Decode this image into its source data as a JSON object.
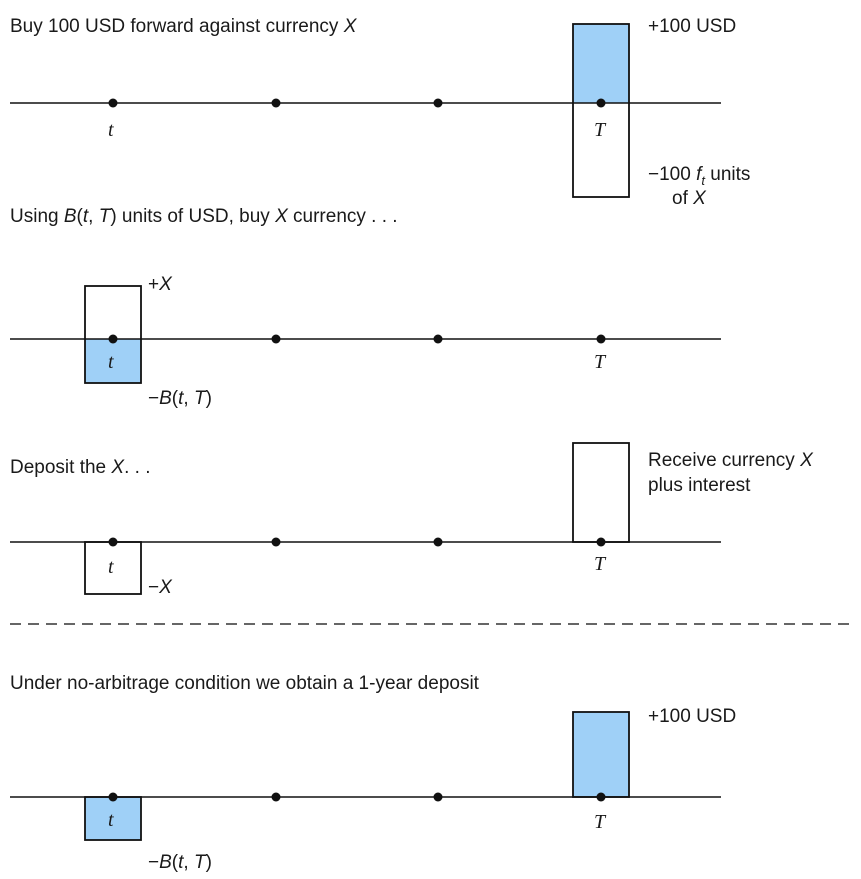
{
  "colors": {
    "fill": "#9fd0f7",
    "line": "#111111",
    "background": "#ffffff"
  },
  "panel1": {
    "caption_pre": "Buy 100 USD forward against currency ",
    "caption_var": "X",
    "tick_t": "t",
    "tick_T": "T",
    "label_top": "+100 USD",
    "label_bottom_pre": "−100 ",
    "label_bottom_var": "f",
    "label_bottom_sub": "t",
    "label_bottom_post": " units",
    "label_bottom_line2_pre": "of ",
    "label_bottom_line2_var": "X"
  },
  "panel2": {
    "caption_pre": "Using ",
    "caption_b": "B",
    "caption_args_pre": "(",
    "caption_args_t": "t",
    "caption_args_sep": ", ",
    "caption_args_T": "T",
    "caption_args_post": ")",
    "caption_mid": " units of USD, buy ",
    "caption_var": "X",
    "caption_post": " currency . . .",
    "tick_t": "t",
    "tick_T": "T",
    "label_top_sign": "+",
    "label_top_var": "X",
    "label_bottom_sign": "−",
    "label_bottom_b": "B",
    "label_bottom_open": "(",
    "label_bottom_t": "t",
    "label_bottom_sep": ", ",
    "label_bottom_T": "T",
    "label_bottom_close": ")"
  },
  "panel3": {
    "caption_pre": "Deposit the ",
    "caption_var": "X",
    "caption_post": ". . .",
    "tick_t": "t",
    "tick_T": "T",
    "label_left_sign": "−",
    "label_left_var": "X",
    "label_right_line1_pre": "Receive currency ",
    "label_right_line1_var": "X",
    "label_right_line2": "plus interest"
  },
  "panel4": {
    "caption": "Under no-arbitrage condition we obtain a 1-year deposit",
    "tick_t": "t",
    "tick_T": "T",
    "label_top": "+100 USD",
    "label_bottom_sign": "−",
    "label_bottom_b": "B",
    "label_bottom_open": "(",
    "label_bottom_t": "t",
    "label_bottom_sep": ", ",
    "label_bottom_T": "T",
    "label_bottom_close": ")"
  }
}
